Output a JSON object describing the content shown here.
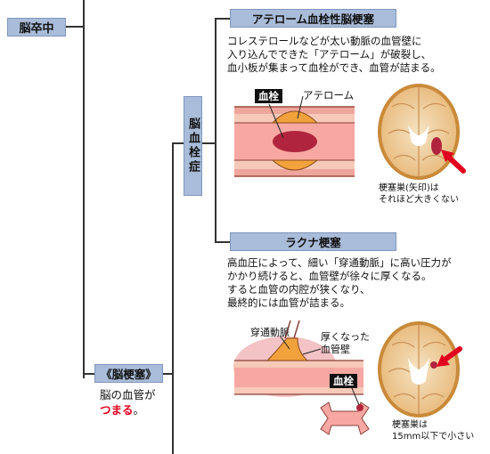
{
  "root_label": "脳卒中",
  "category_label": "《脳梗塞》",
  "category_note_line1": "脳の血管が",
  "category_note_red": "つまる",
  "category_note_end": "。",
  "branch_label": "脳血栓症",
  "atheroma": {
    "title": "アテローム血栓性脳梗塞",
    "desc": [
      "コレステロールなどが太い動脈の血管壁に",
      "入り込んでできた「アテローム」が破裂し、",
      "血小板が集まって血栓ができ、血管が詰まる。"
    ],
    "label_clot": "血栓",
    "label_atheroma": "アテローム",
    "brain_caption": [
      "梗塞巣(矢印)は",
      "それほど大きくない"
    ]
  },
  "lacunar": {
    "title": "ラクナ梗塞",
    "desc": [
      "高血圧によって、細い「穿通動脈」に高い圧力が",
      "かかり続けると、血管壁が徐々に厚くなる。",
      "すると血管の内腔が狭くなり、",
      "最終的には血管が詰まる。"
    ],
    "label_perforating": "穿通動脈",
    "label_thick_wall": [
      "厚くなった",
      "血管壁"
    ],
    "label_clot": "血栓",
    "brain_caption": [
      "梗塞巣は",
      "15mm以下で小さい"
    ]
  }
}
